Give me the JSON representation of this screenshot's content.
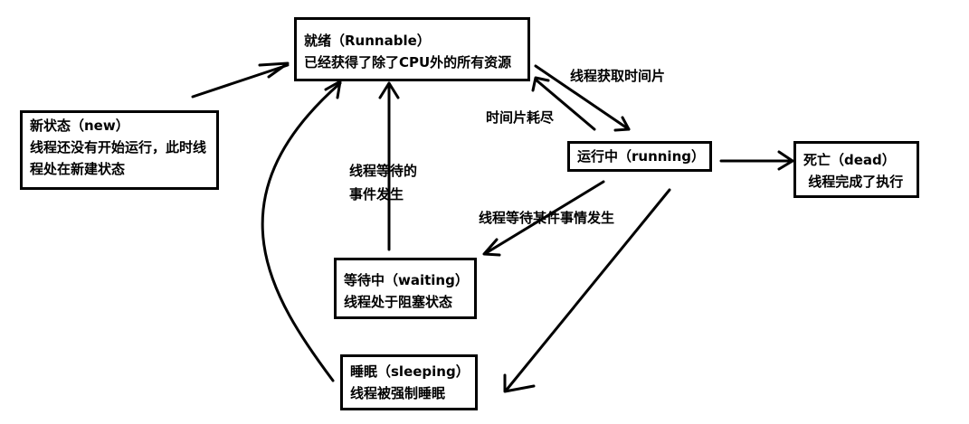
{
  "states": {
    "new": {
      "title": "新状态（new）",
      "lines": [
        "线程还没有开始运行，此时线",
        "程处在新建状态"
      ]
    },
    "runnable": {
      "title": "就绪（Runnable）",
      "lines": [
        "已经获得了除了CPU外的所有资源"
      ]
    },
    "running": {
      "title": "运行中（running）",
      "lines": []
    },
    "dead": {
      "title": "死亡（dead）",
      "lines": [
        " 线程完成了执行"
      ]
    },
    "waiting": {
      "title": "等待中（waiting）",
      "lines": [
        "线程处于阻塞状态"
      ]
    },
    "sleeping": {
      "title": "睡眠（sleeping）",
      "lines": [
        "线程被强制睡眠"
      ]
    }
  },
  "transitions": {
    "get_timeslice": "线程获取时间片",
    "timeslice_used_up": "时间片耗尽",
    "wait_event_occurs": "线程等待某件事情发生",
    "waited_event_line1": "线程等待的",
    "waited_event_line2": "事件发生"
  }
}
